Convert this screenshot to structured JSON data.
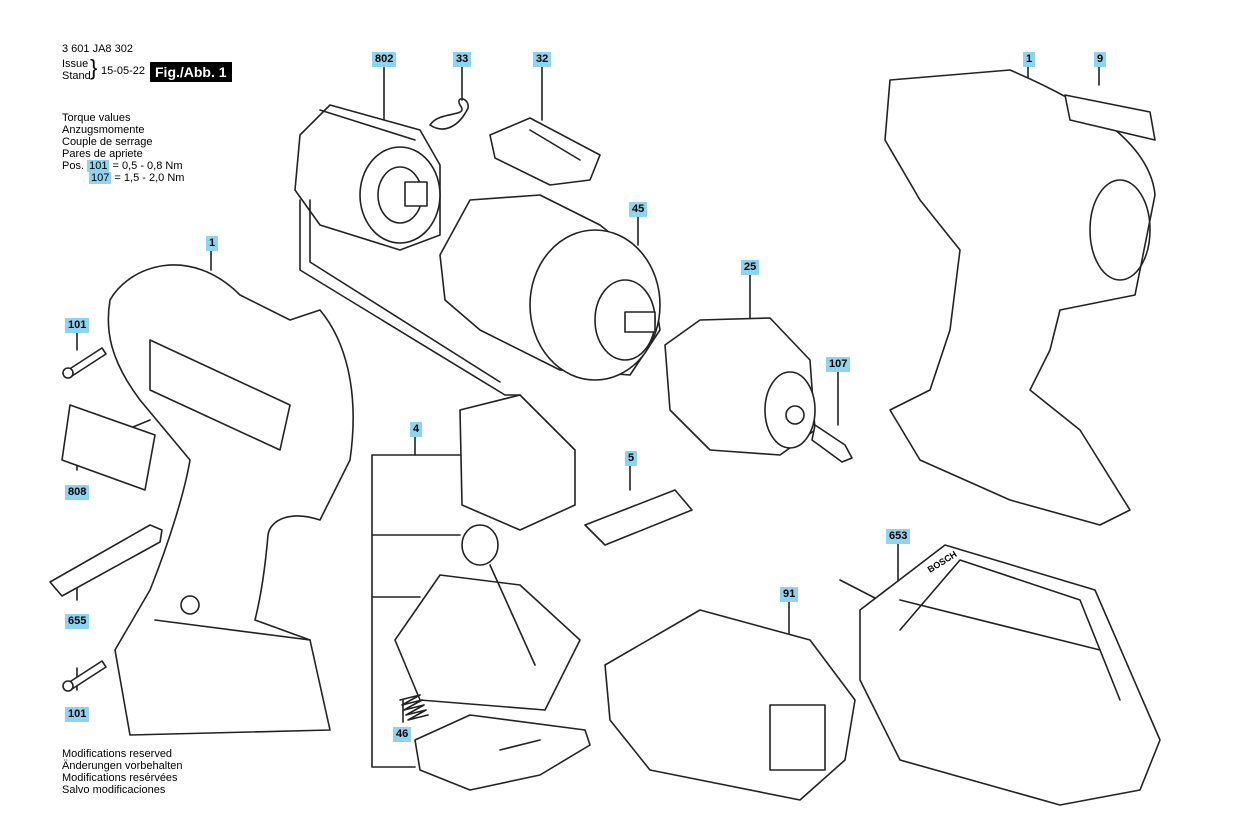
{
  "header": {
    "part_number": "3 601 JA8 302",
    "issue_label_1": "Issue",
    "issue_label_2": "Stand",
    "issue_date": "15-05-22",
    "figure_label": "Fig./Abb. 1"
  },
  "torque": {
    "lines": [
      "Torque values",
      "Anzugsmomente",
      "Couple de serrage",
      "Pares de apriete"
    ],
    "pos_label": "Pos.",
    "rows": [
      {
        "pos": "101",
        "value": "= 0,5 - 0,8 Nm"
      },
      {
        "pos": "107",
        "value": "= 1,5 - 2,0 Nm"
      }
    ]
  },
  "modifications": [
    "Modifications reserved",
    "Änderungen vorbehalten",
    "Modifications resérvées",
    "Salvo modificaciones"
  ],
  "callouts": {
    "c802": "802",
    "c33": "33",
    "c32": "32",
    "c1_right": "1",
    "c9": "9",
    "c1_left": "1",
    "c45": "45",
    "c25": "25",
    "c101_top": "101",
    "c107": "107",
    "c4": "4",
    "c5": "5",
    "c808": "808",
    "c653": "653",
    "c91": "91",
    "c655": "655",
    "c101_bottom": "101",
    "c46": "46"
  },
  "charger_label": "BOSCH",
  "colors": {
    "callout_bg": "#8fd3ef",
    "badge_bg": "#000000",
    "line": "#222222"
  }
}
